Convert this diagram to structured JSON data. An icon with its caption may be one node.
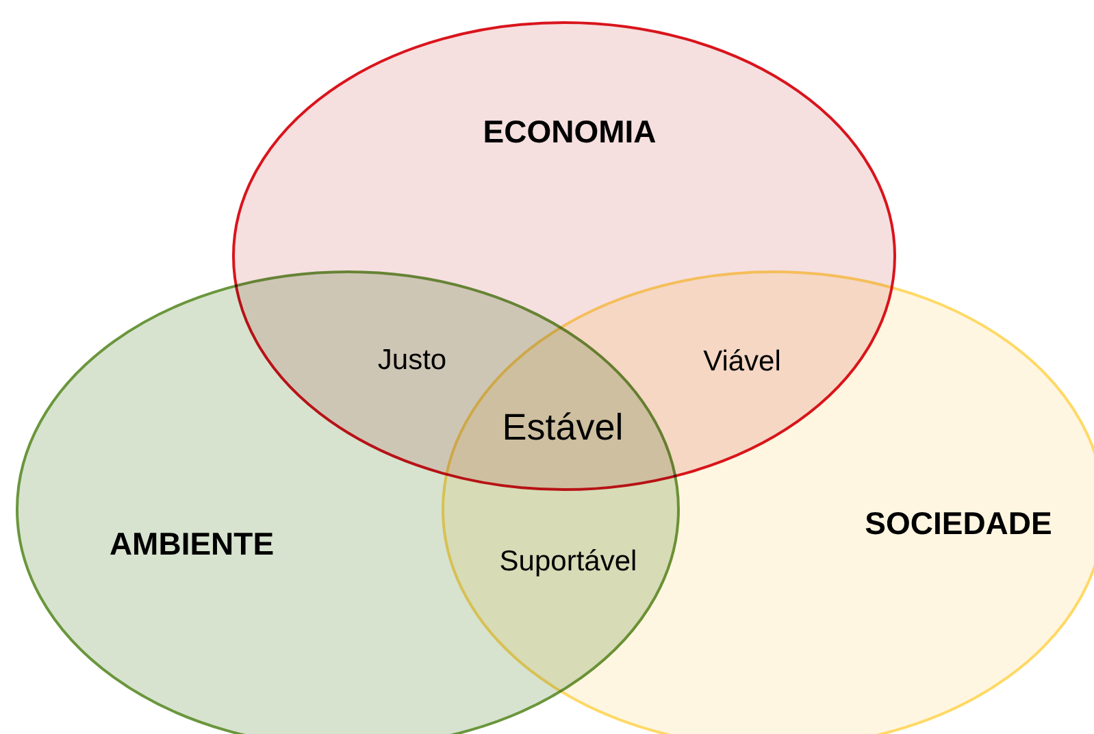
{
  "diagram": {
    "nodes": [
      {
        "text": [
          "ECONOMIA"
        ]
      },
      {
        "text": [
          "AMBIENTE"
        ]
      },
      {
        "text": [
          "SOCIEDADE"
        ]
      }
    ],
    "labels": [
      "Justo",
      "Viável",
      "Estável",
      "Suportável"
    ]
  }
}
